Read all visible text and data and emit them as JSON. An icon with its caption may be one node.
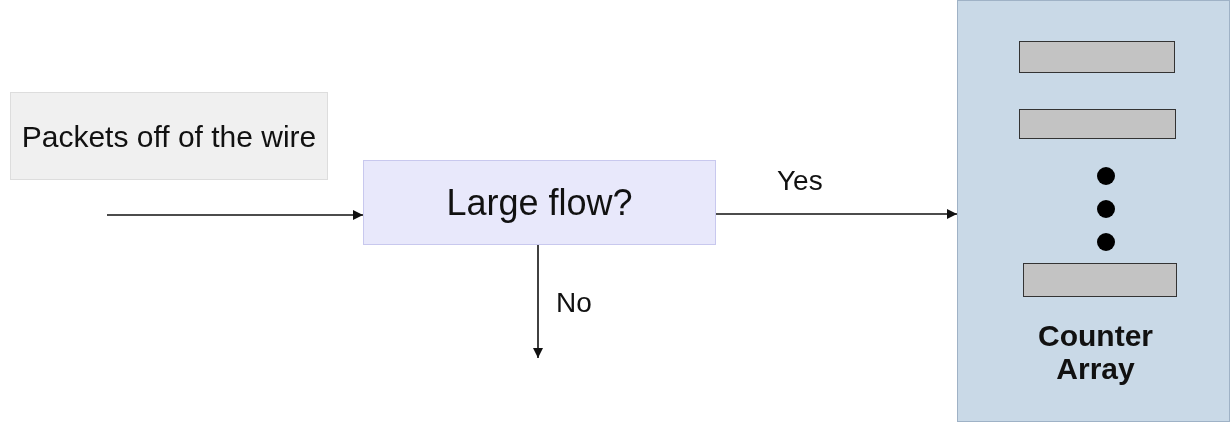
{
  "diagram": {
    "nodes": [
      {
        "text": [
          "Packets off of the wire"
        ]
      },
      {
        "text": [
          "Large flow?"
        ]
      },
      {
        "text": [
          "Counter Array"
        ]
      },
      {
        "text": [],
        "shape": "bar",
        "in": 2
      },
      {
        "text": [],
        "shape": "bar",
        "in": 2
      },
      {
        "text": [],
        "shape": "bar",
        "in": 2
      }
    ],
    "edges": [
      {
        "from": null,
        "to": 1,
        "arrow": "to"
      },
      {
        "from": 1,
        "to": 2,
        "arrow": "to",
        "label": "Yes"
      },
      {
        "from": 1,
        "to": null,
        "arrow": "to",
        "label": "No"
      }
    ]
  }
}
